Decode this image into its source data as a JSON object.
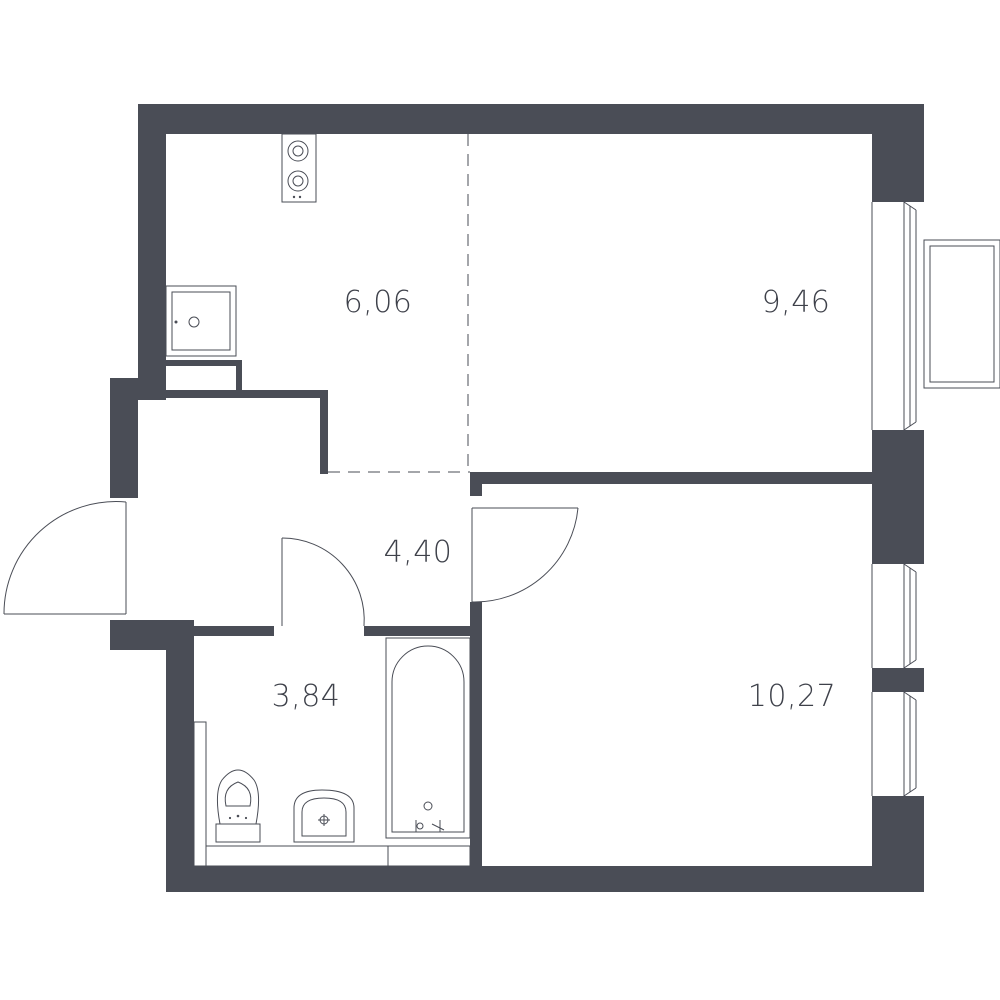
{
  "plan": {
    "rooms": [
      {
        "id": "kitchen",
        "area": "6,06"
      },
      {
        "id": "living-room",
        "area": "9,46"
      },
      {
        "id": "hallway",
        "area": "4,40"
      },
      {
        "id": "bathroom",
        "area": "3,84"
      },
      {
        "id": "bedroom",
        "area": "10,27"
      }
    ]
  },
  "colors": {
    "wall": "#4a4d56",
    "background": "#ffffff"
  }
}
